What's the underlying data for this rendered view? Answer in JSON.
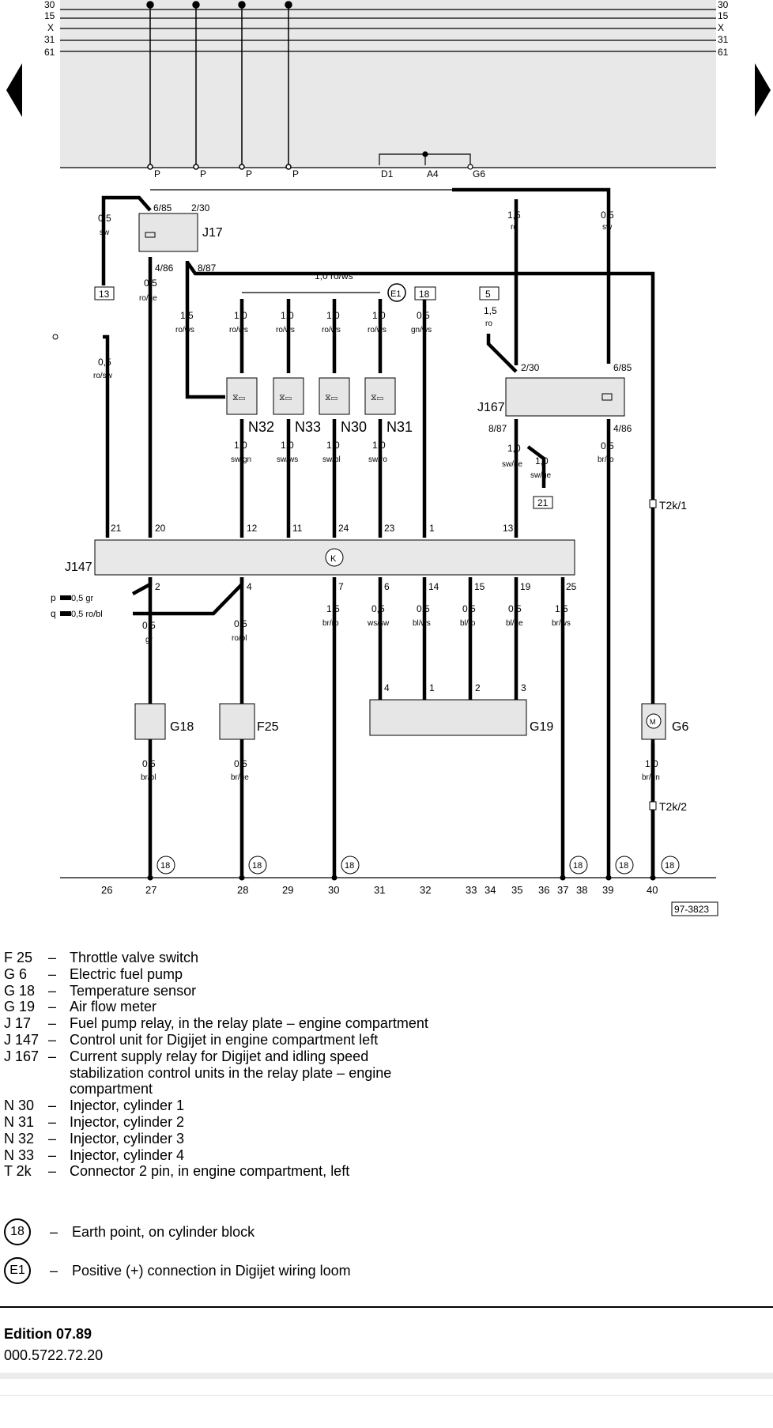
{
  "diagram": {
    "bus_left": [
      "30",
      "15",
      "X",
      "31",
      "61"
    ],
    "bus_right": [
      "30",
      "15",
      "X",
      "31",
      "61"
    ],
    "p_labels": [
      "P",
      "P",
      "P",
      "P"
    ],
    "top_conn": [
      "D1",
      "A4",
      "G6"
    ],
    "j17": {
      "name": "J17",
      "pins": [
        "6/85",
        "2/30",
        "4/86",
        "8/87"
      ]
    },
    "w_sw_left": {
      "size": "0,5",
      "color": "sw"
    },
    "w_ro_top": {
      "size": "1,5",
      "color": "ro"
    },
    "w_sw_right": {
      "size": "0,5",
      "color": "sw"
    },
    "box13": "13",
    "w_rowsge": {
      "size": "0,5",
      "color": "ro/ge"
    },
    "w_rows_main": "1,0 ro/ws",
    "w_j17_rows": {
      "size": "1,5",
      "color": "ro/ws"
    },
    "inj_top_wires": [
      {
        "size": "1,0",
        "color": "ro/ws"
      },
      {
        "size": "1,0",
        "color": "ro/ws"
      },
      {
        "size": "1,0",
        "color": "ro/ws"
      },
      {
        "size": "1,0",
        "color": "ro/ws"
      }
    ],
    "e1": "E1",
    "box18": "18",
    "w_gnws": {
      "size": "0,5",
      "color": "gn/ws"
    },
    "box5": "5",
    "w_ro_j167": {
      "size": "1,5",
      "color": "ro"
    },
    "w_rosw": {
      "size": "0,5",
      "color": "ro/sw"
    },
    "injectors": [
      "N32",
      "N33",
      "N30",
      "N31"
    ],
    "inj_bottom_wires": [
      {
        "size": "1,0",
        "color": "sw/gn"
      },
      {
        "size": "1,0",
        "color": "sw/ws"
      },
      {
        "size": "1,0",
        "color": "sw/bl"
      },
      {
        "size": "1,0",
        "color": "sw/ro"
      }
    ],
    "j167": {
      "name": "J167",
      "pins": [
        "2/30",
        "6/85",
        "8/87",
        "4/86"
      ]
    },
    "w_swge1": {
      "size": "1,0",
      "color": "sw/ge"
    },
    "w_swge2": {
      "size": "1,0",
      "color": "sw/ge"
    },
    "box21": "21",
    "w_brro_right": {
      "size": "0,5",
      "color": "br/ro"
    },
    "t2k1": "T2k/1",
    "t2k2": "T2k/2",
    "j147": {
      "name": "J147",
      "top_pins": [
        "21",
        "20",
        "12",
        "11",
        "24",
        "23",
        "1",
        "13"
      ],
      "bottom_pins": [
        "2",
        "4",
        "7",
        "6",
        "14",
        "15",
        "19",
        "25"
      ]
    },
    "pq": [
      {
        "letter": "p",
        "wire": "0,5 gr"
      },
      {
        "letter": "q",
        "wire": "0,5 ro/bl"
      }
    ],
    "lower_wires": [
      {
        "size": "0,5",
        "color": "gr"
      },
      {
        "size": "0,5",
        "color": "ro/bl"
      },
      {
        "size": "1,5",
        "color": "br/ro"
      },
      {
        "size": "0,5",
        "color": "ws/sw"
      },
      {
        "size": "0,5",
        "color": "bl/ws"
      },
      {
        "size": "0,5",
        "color": "bl/ro"
      },
      {
        "size": "0,5",
        "color": "bl/ge"
      },
      {
        "size": "1,5",
        "color": "br/ws"
      }
    ],
    "g18": "G18",
    "f25": "F25",
    "g19": "G19",
    "g6": "G6",
    "g19_pins": [
      "4",
      "1",
      "2",
      "3"
    ],
    "sensor_wires": [
      {
        "size": "0,5",
        "color": "br/bl"
      },
      {
        "size": "0,5",
        "color": "br/ge"
      },
      {
        "size": "1,0",
        "color": "br/gn"
      }
    ],
    "earth": [
      "18",
      "18",
      "18",
      "18",
      "18",
      "18"
    ],
    "current_tracks": [
      "26",
      "27",
      "28",
      "29",
      "30",
      "31",
      "32",
      "33",
      "34",
      "35",
      "36",
      "37",
      "38",
      "39",
      "40"
    ],
    "ref": "97-3823"
  },
  "legend": {
    "items": [
      {
        "code": "F 25",
        "dash": "–",
        "text": "Throttle valve switch"
      },
      {
        "code": "G 6",
        "dash": "–",
        "text": "Electric fuel pump"
      },
      {
        "code": "G 18",
        "dash": "–",
        "text": "Temperature sensor"
      },
      {
        "code": "G 19",
        "dash": "–",
        "text": "Air flow meter"
      },
      {
        "code": "J 17",
        "dash": "–",
        "text": "Fuel pump relay, in the relay plate – engine compartment"
      },
      {
        "code": "J 147",
        "dash": "–",
        "text": "Control unit for Digijet in engine compartment left"
      },
      {
        "code": "J 167",
        "dash": "–",
        "text": "Current supply relay for Digijet and idling speed stabilization control units in the relay plate – engine compartment"
      },
      {
        "code": "N 30",
        "dash": "–",
        "text": "Injector, cylinder 1"
      },
      {
        "code": "N 31",
        "dash": "–",
        "text": "Injector, cylinder 2"
      },
      {
        "code": "N 32",
        "dash": "–",
        "text": "Injector, cylinder 3"
      },
      {
        "code": "N 33",
        "dash": "–",
        "text": "Injector, cylinder 4"
      },
      {
        "code": "T 2k",
        "dash": "–",
        "text": "Connector 2 pin, in engine compartment, left"
      }
    ],
    "symbols": [
      {
        "symbol": "18",
        "dash": "–",
        "text": "Earth point, on cylinder block"
      },
      {
        "symbol": "E1",
        "dash": "–",
        "text": "Positive (+) connection in Digijet wiring loom"
      }
    ]
  },
  "footer": {
    "edition": "Edition 07.89",
    "part_number": "000.5722.72.20"
  }
}
